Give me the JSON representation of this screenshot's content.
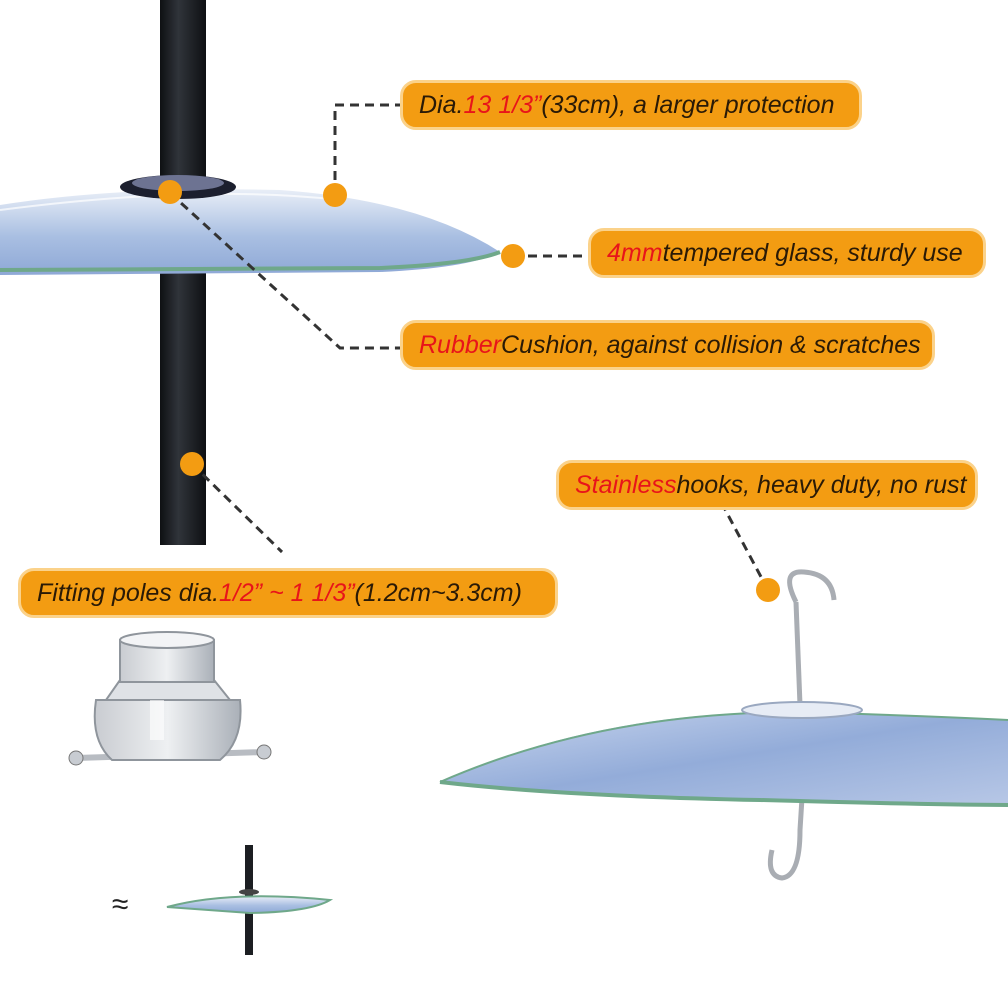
{
  "callouts": {
    "diameter": {
      "highlight": "13 1/3”",
      "prefix": "Dia. ",
      "rest": " (33cm), a larger protection"
    },
    "glass": {
      "highlight": "4mm",
      "rest": " tempered glass, sturdy use"
    },
    "cushion": {
      "highlight": "Rubber",
      "rest": " Cushion, against collision & scratches"
    },
    "hooks": {
      "highlight": "Stainless",
      "rest": " hooks, heavy duty, no rust"
    },
    "poles": {
      "prefix": "Fitting poles dia. ",
      "highlight": "1/2” ~ 1 1/3”",
      "rest": " (1.2cm~3.3cm)"
    }
  },
  "scale_symbol": "≈",
  "colors": {
    "callout_bg": "#f39c12",
    "callout_border": "#fbd28a",
    "highlight_text": "#e8141a",
    "dot": "#f39c12",
    "pole": "#1c1e22",
    "glass_blue": "#9fb6dc",
    "glass_edge": "#6fa88a"
  },
  "icons": [
    "pole-icon",
    "glass-baffle-icon",
    "pole-adapter-icon",
    "hook-icon"
  ]
}
